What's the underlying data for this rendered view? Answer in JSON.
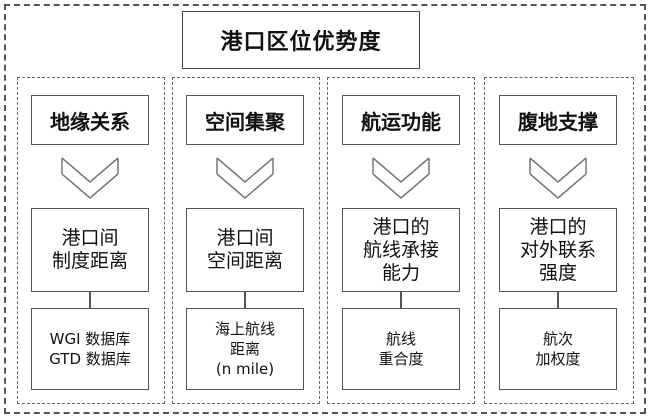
{
  "title": "港口区位优势度",
  "columns": [
    {
      "head": "地缘关系",
      "middle": "港口间\n制度距离",
      "bottom": "WGI 数据库\nGTD 数据库"
    },
    {
      "head": "空间集聚",
      "middle": "港口间\n空间距离",
      "bottom": "海上航线\n距离\n(n mile)"
    },
    {
      "head": "航运功能",
      "middle": "港口的\n航线承接\n能力",
      "bottom": "航线\n重合度"
    },
    {
      "head": "腹地支撑",
      "middle": "港口的\n对外联系\n强度",
      "bottom": "航次\n加权度"
    }
  ]
}
